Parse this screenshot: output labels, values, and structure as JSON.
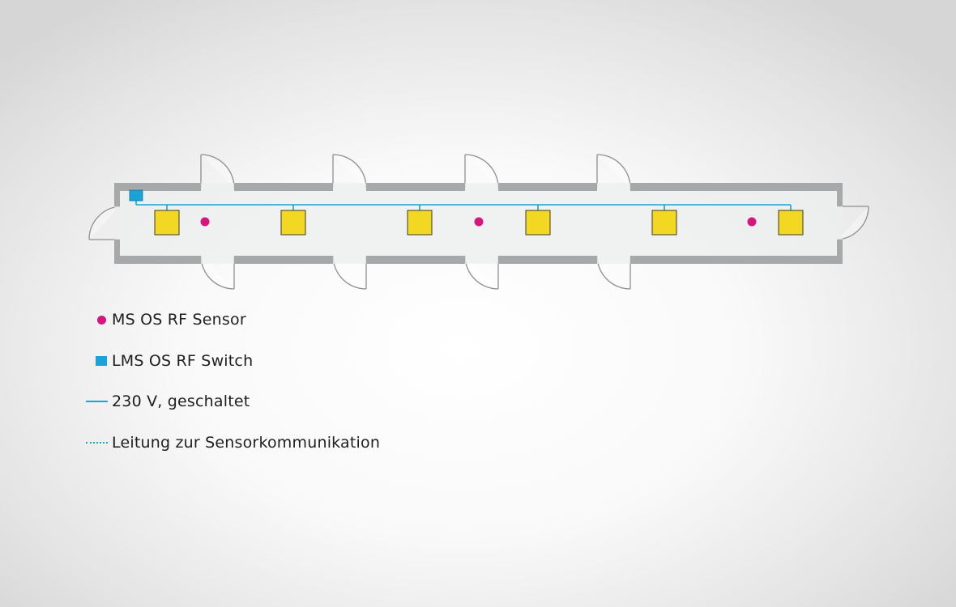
{
  "colors": {
    "wall": "#a6a8aa",
    "room_fill": "#eceeee",
    "door": "#8e9091",
    "luminaire_fill": "#f2d822",
    "luminaire_stroke": "#3a3a2a",
    "sensor": "#d6157f",
    "switch": "#1aa3d8",
    "cable": "#1aa3d8"
  },
  "diagram": {
    "luminaire_count": 6,
    "sensor_count": 3,
    "switch_count": 1,
    "door_count": 10,
    "cable_type": "230 V, geschaltet"
  },
  "legend": {
    "sensor": {
      "label": "MS OS RF Sensor",
      "icon": "magenta-dot-icon"
    },
    "switch": {
      "label": "LMS OS RF Switch",
      "icon": "blue-square-icon"
    },
    "power_line": {
      "label": "230 V, geschaltet",
      "icon": "solid-line-icon"
    },
    "sensor_line": {
      "label": "Leitung zur Sensorkommunikation",
      "icon": "dotted-line-icon"
    }
  }
}
